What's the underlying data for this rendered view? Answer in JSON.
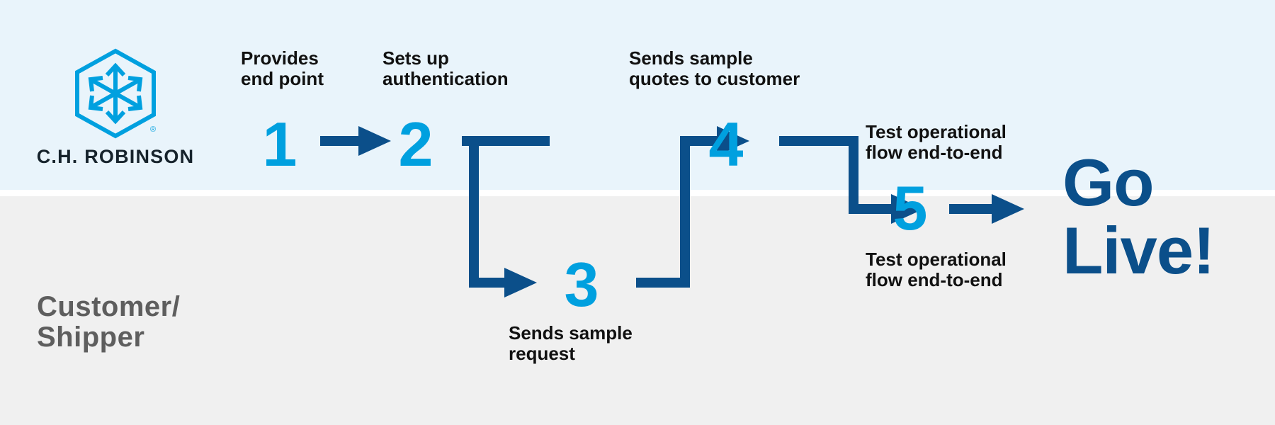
{
  "diagram": {
    "title": "C.H. Robinson API onboarding flow",
    "colors": {
      "band_top": "#e9f4fb",
      "band_bottom": "#f0f0f0",
      "step_number": "#00a0df",
      "connector": "#0b4f8a",
      "caption": "#111111",
      "lane_label": "#5e5e5e",
      "go_live": "#0b4f8a",
      "logo": "#00a0df",
      "wordmark": "#16232c"
    }
  },
  "brand": {
    "logo_icon": "ch-robinson-hexagon-logo",
    "wordmark": "C.H. ROBINSON",
    "registered_mark": "®"
  },
  "lanes": [
    {
      "id": "provider",
      "label": ""
    },
    {
      "id": "customer",
      "label": "Customer/\nShipper"
    }
  ],
  "steps": [
    {
      "number": "1",
      "caption": "Provides\nend point",
      "caption_position": "above",
      "lane": "provider"
    },
    {
      "number": "2",
      "caption": "Sets up\nauthentication",
      "caption_position": "above",
      "lane": "provider"
    },
    {
      "number": "3",
      "caption": "Sends sample\nrequest",
      "caption_position": "below",
      "lane": "customer"
    },
    {
      "number": "4",
      "caption": "Sends sample\nquotes to customer",
      "caption_position": "above",
      "lane": "provider"
    },
    {
      "number": "5",
      "caption_above": "Test operational\nflow end-to-end",
      "caption_below": "Test operational\nflow end-to-end",
      "caption_position": "both",
      "lane": "boundary"
    }
  ],
  "outcome": {
    "label": "Go\nLive!"
  },
  "connectors": [
    {
      "from": "1",
      "to": "2",
      "shape": "straight-right",
      "icon": "arrow-right-icon"
    },
    {
      "from": "2",
      "to": "3",
      "shape": "down-elbow",
      "icon": "arrow-right-icon"
    },
    {
      "from": "3",
      "to": "4",
      "shape": "up-elbow",
      "icon": "arrow-right-icon"
    },
    {
      "from": "4",
      "to": "5",
      "shape": "down-elbow",
      "icon": "arrow-right-icon"
    },
    {
      "from": "5",
      "to": "go-live",
      "shape": "straight-right",
      "icon": "arrow-right-icon"
    }
  ]
}
